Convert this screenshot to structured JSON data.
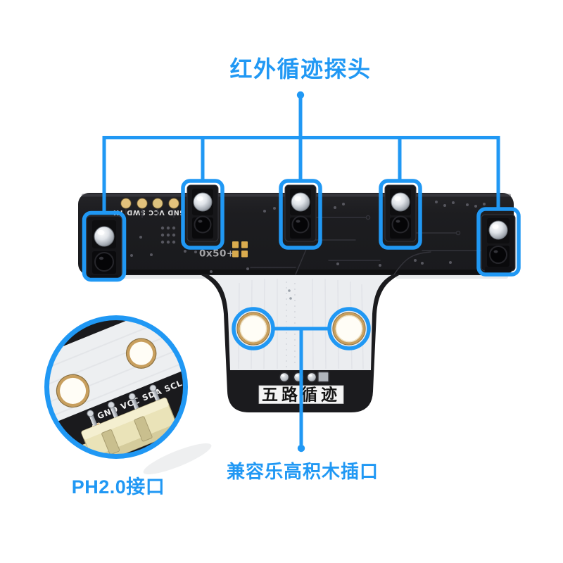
{
  "colors": {
    "accent": "#2098F4",
    "board_black": "#1c1c1f",
    "pcb_white": "#ebedf0",
    "pad_gold": "#d9ab4e",
    "connector_beige": "#eae3b8"
  },
  "callouts": {
    "top": {
      "label": "红外循迹探头"
    },
    "bottom": {
      "label": "兼容乐高积木插口"
    },
    "left": {
      "label": "PH2.0接口"
    }
  },
  "board": {
    "sensor_count": 5,
    "silkscreen_pins": "GND VCC SWD TX",
    "silkscreen_i2c": "0x50+",
    "product_label": "五路循迹"
  },
  "magnifier": {
    "silkscreen": "GND VCC SDA SCL"
  }
}
